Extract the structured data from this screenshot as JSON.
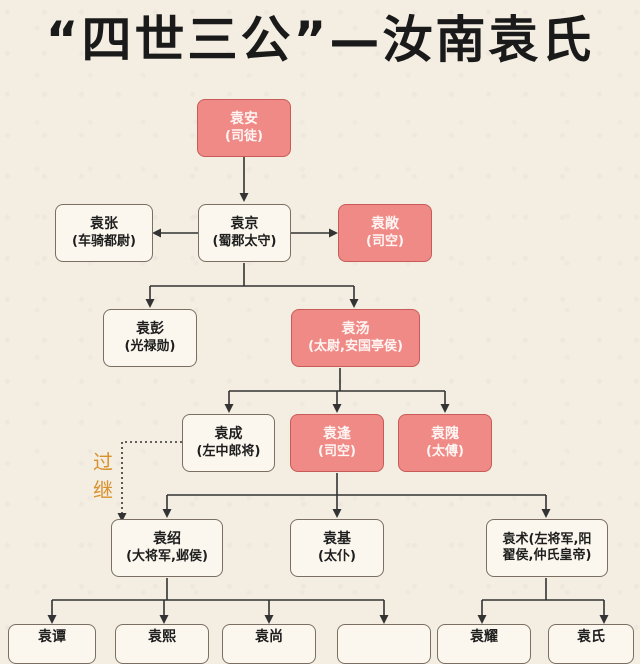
{
  "title": "“四世三公”—汝南袁氏",
  "adoption_label": [
    "过",
    "继"
  ],
  "nodes": {
    "yuan_an": {
      "name": "袁安",
      "title": "(司徒)"
    },
    "yuan_zhang": {
      "name": "袁张",
      "title": "(车骑都尉)"
    },
    "yuan_jing": {
      "name": "袁京",
      "title": "(蜀郡太守)"
    },
    "yuan_chang": {
      "name": "袁敞",
      "title": "(司空)"
    },
    "yuan_peng": {
      "name": "袁彭",
      "title": "(光禄勋)"
    },
    "yuan_tang": {
      "name": "袁汤",
      "title": "(太尉,安国亭侯)"
    },
    "yuan_cheng": {
      "name": "袁成",
      "title": "(左中郎将)"
    },
    "yuan_feng": {
      "name": "袁逢",
      "title": "(司空)"
    },
    "yuan_wei": {
      "name": "袁隗",
      "title": "(太傅)"
    },
    "yuan_shao": {
      "name": "袁绍",
      "title": "(大将军,邺侯)"
    },
    "yuan_ji": {
      "name": "袁基",
      "title": "(太仆)"
    },
    "yuan_shu": {
      "name": "袁术(左将军,阳",
      "title": "翟侯,仲氏皇帝)"
    },
    "c1": {
      "name": "袁谭",
      "title": ""
    },
    "c2": {
      "name": "袁熙",
      "title": ""
    },
    "c3": {
      "name": "袁尚",
      "title": ""
    },
    "c4": {
      "name": "",
      "title": ""
    },
    "c5": {
      "name": "袁耀",
      "title": ""
    },
    "c6": {
      "name": "袁氏",
      "title": ""
    }
  }
}
